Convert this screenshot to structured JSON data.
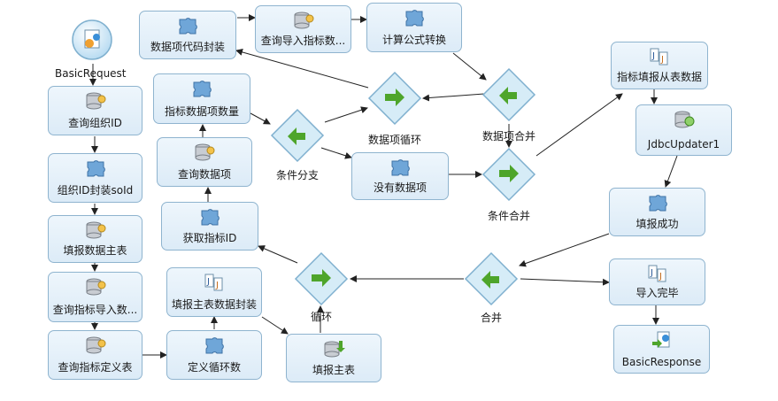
{
  "nodes": {
    "basic_request": "BasicRequest",
    "query_org_id": "查询组织ID",
    "org_id_wrap": "组织ID封装soId",
    "fill_main_table": "填报数据主表",
    "query_indicator_import": "查询指标导入数...",
    "query_indicator_def": "查询指标定义表",
    "define_loop_count": "定义循环数",
    "fill_main_data_wrap": "填报主表数据封装",
    "fill_main": "填报主表",
    "get_indicator_id": "获取指标ID",
    "query_data_items": "查询数据项",
    "indicator_item_count": "指标数据项数量",
    "data_code_wrap": "数据项代码封装",
    "query_import_indicator": "查询导入指标数...",
    "formula_convert": "计算公式转换",
    "no_data_items": "没有数据项",
    "indicator_fill_sub": "指标填报从表数据",
    "jdbc_updater": "JdbcUpdater1",
    "fill_success": "填报成功",
    "import_done": "导入完毕",
    "basic_response": "BasicResponse"
  },
  "gateways": {
    "condition_branch": "条件分支",
    "data_item_loop": "数据项循环",
    "data_item_merge": "数据项合并",
    "condition_merge": "条件合并",
    "loop": "循环",
    "merge": "合并"
  },
  "colors": {
    "box_border": "#8fb4cf",
    "gateway_fill": "#d6ecf7",
    "gateway_border": "#7fb0cf",
    "gateway_arrow": "#4ea52b",
    "edge": "#222222"
  },
  "icons": {
    "basic_request": "document-globe-icon",
    "query_org_id": "database-search-icon",
    "org_id_wrap": "puzzle-icon",
    "fill_main_table": "database-search-icon",
    "query_indicator_import": "database-search-icon",
    "query_indicator_def": "database-search-icon",
    "define_loop_count": "puzzle-icon",
    "fill_main_data_wrap": "java-icon",
    "fill_main": "database-import-icon",
    "get_indicator_id": "puzzle-icon",
    "query_data_items": "database-search-icon",
    "indicator_item_count": "puzzle-icon",
    "data_code_wrap": "puzzle-icon",
    "query_import_indicator": "database-search-icon",
    "formula_convert": "puzzle-icon",
    "no_data_items": "puzzle-icon",
    "indicator_fill_sub": "java-icon",
    "jdbc_updater": "database-refresh-icon",
    "fill_success": "puzzle-icon",
    "import_done": "java-icon",
    "basic_response": "document-arrow-icon"
  }
}
